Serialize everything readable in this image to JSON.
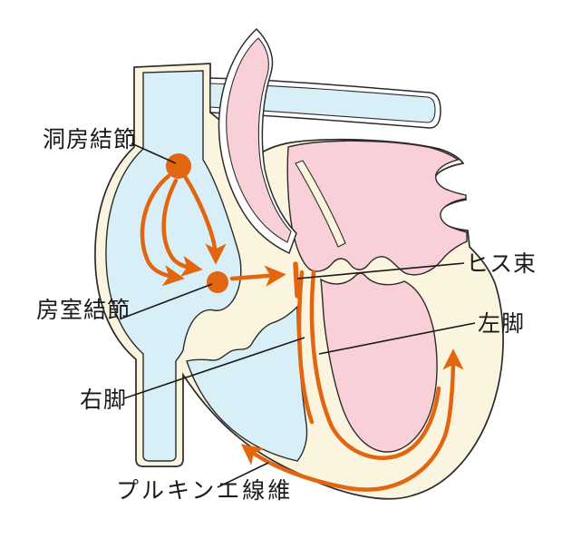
{
  "diagram": {
    "labels": {
      "sa_node": "洞房結節",
      "av_node": "房室結節",
      "his_bundle": "ヒス束",
      "left_bundle": "左脚",
      "right_bundle": "右脚",
      "purkinje": "プルキンエ線維"
    }
  },
  "colors": {
    "orange": "#E2660F",
    "light_blue": "#D8EFF8",
    "pink": "#F9D0D8",
    "cream": "#FBF4DE",
    "outline": "#2B2B2B",
    "label_text": "#1A1A1A"
  }
}
